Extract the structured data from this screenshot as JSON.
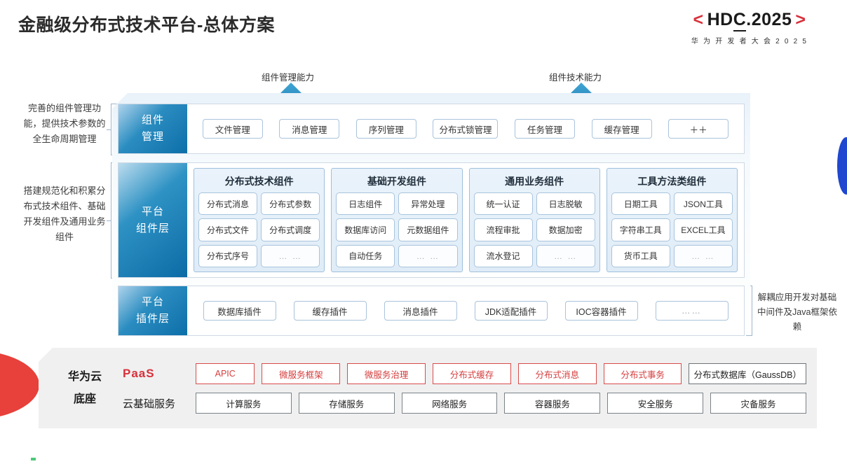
{
  "header": {
    "title": "金融级分布式技术平台-总体方案",
    "logo_main_left": "<",
    "logo_main_text_a": "HD",
    "logo_main_text_b": "C",
    "logo_main_text_c": ".2025",
    "logo_main_right": ">",
    "logo_sub": "华 为 开 发 者 大 会 2 0 2 5",
    "accent_red": "#d8303a"
  },
  "callouts": {
    "arrow_left_label": "组件管理能力",
    "arrow_right_label": "组件技术能力"
  },
  "side_notes": {
    "note_top": "完善的组件管理功能，提供技术参数的全生命周期管理",
    "note_middle": "搭建规范化和积累分布式技术组件、基础开发组件及通用业务组件",
    "note_right": "解耦应用开发对基础中间件及Java框架依赖"
  },
  "rows": {
    "component_management": {
      "label_line1": "组件",
      "label_line2": "管理",
      "items": [
        "文件管理",
        "消息管理",
        "序列管理",
        "分布式锁管理",
        "任务管理",
        "缓存管理",
        "＋＋"
      ]
    },
    "component_layer": {
      "label_line1": "平台",
      "label_line2": "组件层",
      "groups": [
        {
          "title": "分布式技术组件",
          "cells": [
            "分布式消息",
            "分布式参数",
            "分布式文件",
            "分布式调度",
            "分布式序号",
            "… …"
          ]
        },
        {
          "title": "基础开发组件",
          "cells": [
            "日志组件",
            "异常处理",
            "数据库访问",
            "元数据组件",
            "自动任务",
            "… …"
          ]
        },
        {
          "title": "通用业务组件",
          "cells": [
            "统一认证",
            "日志脱敏",
            "流程审批",
            "数据加密",
            "流水登记",
            "… …"
          ]
        },
        {
          "title": "工具方法类组件",
          "cells": [
            "日期工具",
            "JSON工具",
            "字符串工具",
            "EXCEL工具",
            "货币工具",
            "… …"
          ]
        }
      ]
    },
    "plugin_layer": {
      "label_line1": "平台",
      "label_line2": "插件层",
      "items": [
        "数据库插件",
        "缓存插件",
        "消息插件",
        "JDK适配插件",
        "IOC容器插件",
        "……"
      ]
    }
  },
  "base": {
    "title_line1": "华为云",
    "title_line2": "底座",
    "paas_label": "PaaS",
    "paas_items": [
      "APIC",
      "微服务框架",
      "微服务治理",
      "分布式缓存",
      "分布式消息",
      "分布式事务"
    ],
    "paas_neutral_item": "分布式数据库（GaussDB）",
    "cloud_label": "云基础服务",
    "cloud_items": [
      "计算服务",
      "存储服务",
      "网络服务",
      "容器服务",
      "安全服务",
      "灾备服务"
    ]
  }
}
